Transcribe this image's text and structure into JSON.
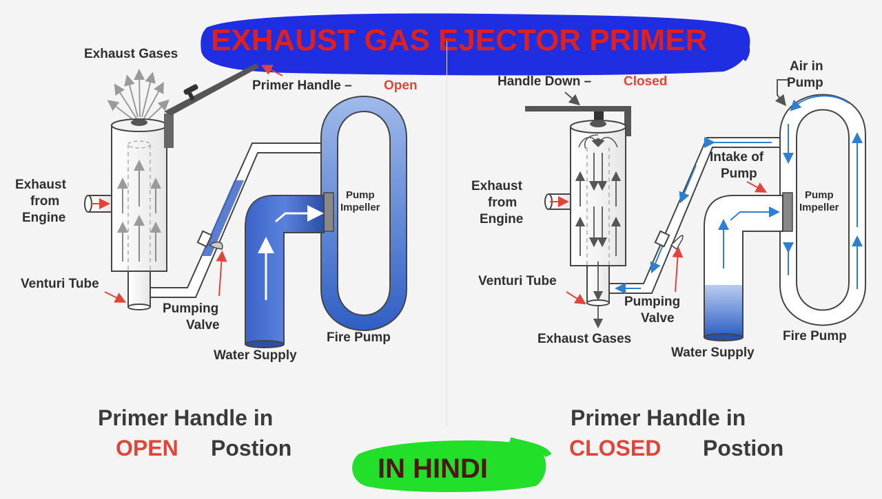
{
  "title": "EXHAUST  GAS EJECTOR PRIMER",
  "subtitle_badge": "IN HINDI",
  "colors": {
    "title_text": "#e01f1f",
    "title_brush": "#1f2ee0",
    "badge_brush": "#22e02a",
    "water": "#2f5fc4",
    "highlight_red": "#e0453a",
    "flow_arrow_blue": "#2f7fd0"
  },
  "left_panel": {
    "labels": {
      "exhaust_gases": "Exhaust Gases",
      "primer_handle": "Primer Handle –",
      "primer_handle_state": "Open",
      "exhaust_from_engine_1": "Exhaust",
      "exhaust_from_engine_2": "from",
      "exhaust_from_engine_3": "Engine",
      "venturi_tube": "Venturi Tube",
      "pumping_valve_1": "Pumping",
      "pumping_valve_2": "Valve",
      "pump_impeller_1": "Pump",
      "pump_impeller_2": "Impeller",
      "water_supply": "Water Supply",
      "fire_pump": "Fire Pump"
    },
    "caption_line1": "Primer Handle in",
    "caption_state": "OPEN",
    "caption_rest": "Postion"
  },
  "right_panel": {
    "labels": {
      "handle_down": "Handle Down –",
      "handle_down_state": "Closed",
      "air_in_pump_1": "Air in",
      "air_in_pump_2": "Pump",
      "intake_of_pump_1": "Intake of",
      "intake_of_pump_2": "Pump",
      "exhaust_from_engine_1": "Exhaust",
      "exhaust_from_engine_2": "from",
      "exhaust_from_engine_3": "Engine",
      "pump_impeller_1": "Pump",
      "pump_impeller_2": "Impeller",
      "venturi_tube": "Venturi Tube",
      "pumping_valve_1": "Pumping",
      "pumping_valve_2": "Valve",
      "exhaust_gases": "Exhaust Gases",
      "water_supply": "Water Supply",
      "fire_pump": "Fire Pump"
    },
    "caption_line1": "Primer Handle in",
    "caption_state": "CLOSED",
    "caption_rest": "Postion"
  }
}
